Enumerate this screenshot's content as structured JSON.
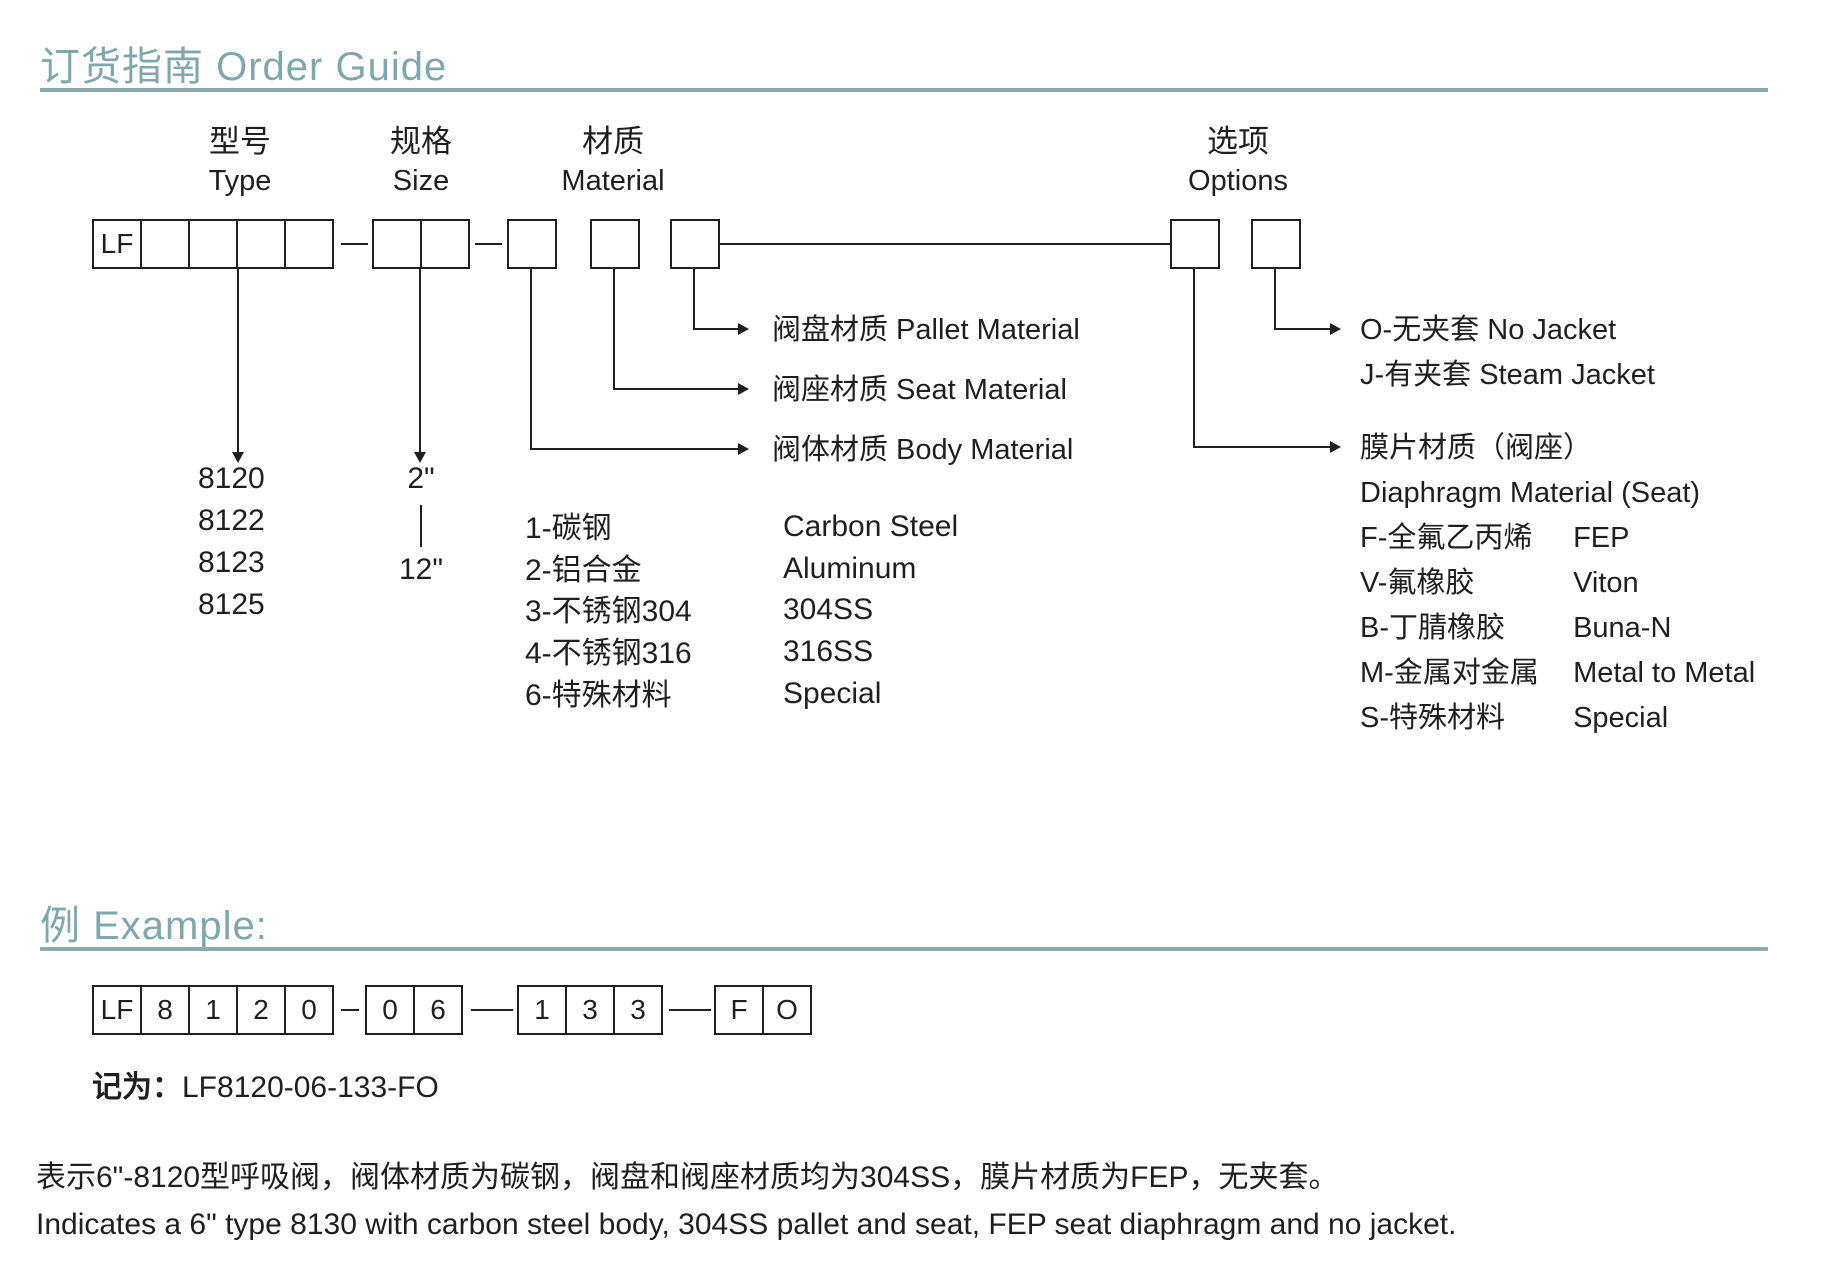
{
  "page": {
    "title": "订货指南 Order Guide",
    "example_heading": "例 Example:"
  },
  "colors": {
    "accent": "#7fa8ae",
    "ink": "#1f1f1f"
  },
  "guide": {
    "columns": [
      {
        "cn": "型号",
        "en": "Type"
      },
      {
        "cn": "规格",
        "en": "Size"
      },
      {
        "cn": "材质",
        "en": "Material"
      },
      {
        "cn": "选项",
        "en": "Options"
      }
    ],
    "code_row": {
      "type_cells": [
        "LF",
        "",
        "",
        "",
        ""
      ],
      "size_cells": [
        "",
        ""
      ],
      "material_cells": [
        "",
        "",
        ""
      ],
      "option_cells": [
        "",
        ""
      ]
    },
    "type_values": [
      "8120",
      "8122",
      "8123",
      "8125"
    ],
    "size_range": {
      "top": "2\"",
      "bottom": "12\""
    },
    "material_options": [
      {
        "code": "1-碳钢",
        "en": "Carbon Steel"
      },
      {
        "code": "2-铝合金",
        "en": "Aluminum"
      },
      {
        "code": "3-不锈钢304",
        "en": "304SS"
      },
      {
        "code": "4-不锈钢316",
        "en": "316SS"
      },
      {
        "code": "6-特殊材料",
        "en": "Special"
      }
    ],
    "position_labels": {
      "pallet": "阀盘材质 Pallet Material",
      "seat": "阀座材质 Seat Material",
      "body": "阀体材质 Body Material"
    },
    "jacket_options": [
      "O-无夹套 No Jacket",
      "J-有夹套 Steam Jacket"
    ],
    "diaphragm": {
      "title_cn": "膜片材质（阀座）",
      "title_en": "Diaphragm Material (Seat)",
      "items": [
        {
          "code": "F-全氟乙丙烯",
          "en": "FEP"
        },
        {
          "code": "V-氟橡胶",
          "en": "Viton"
        },
        {
          "code": "B-丁腈橡胶",
          "en": "Buna-N"
        },
        {
          "code": "M-金属对金属",
          "en": "Metal to Metal"
        },
        {
          "code": "S-特殊材料",
          "en": "Special"
        }
      ]
    }
  },
  "example": {
    "groups": [
      [
        "LF",
        "8",
        "1",
        "2",
        "0"
      ],
      [
        "0",
        "6"
      ],
      [
        "1",
        "3",
        "3"
      ],
      [
        "F",
        "O"
      ]
    ],
    "result_label": "记为：",
    "result_value": "LF8120-06-133-FO",
    "note_cn": "表示6\"-8120型呼吸阀，阀体材质为碳钢，阀盘和阀座材质均为304SS，膜片材质为FEP，无夹套。",
    "note_en": "Indicates a 6\" type 8130 with carbon steel body, 304SS pallet and seat, FEP seat diaphragm and no jacket."
  }
}
